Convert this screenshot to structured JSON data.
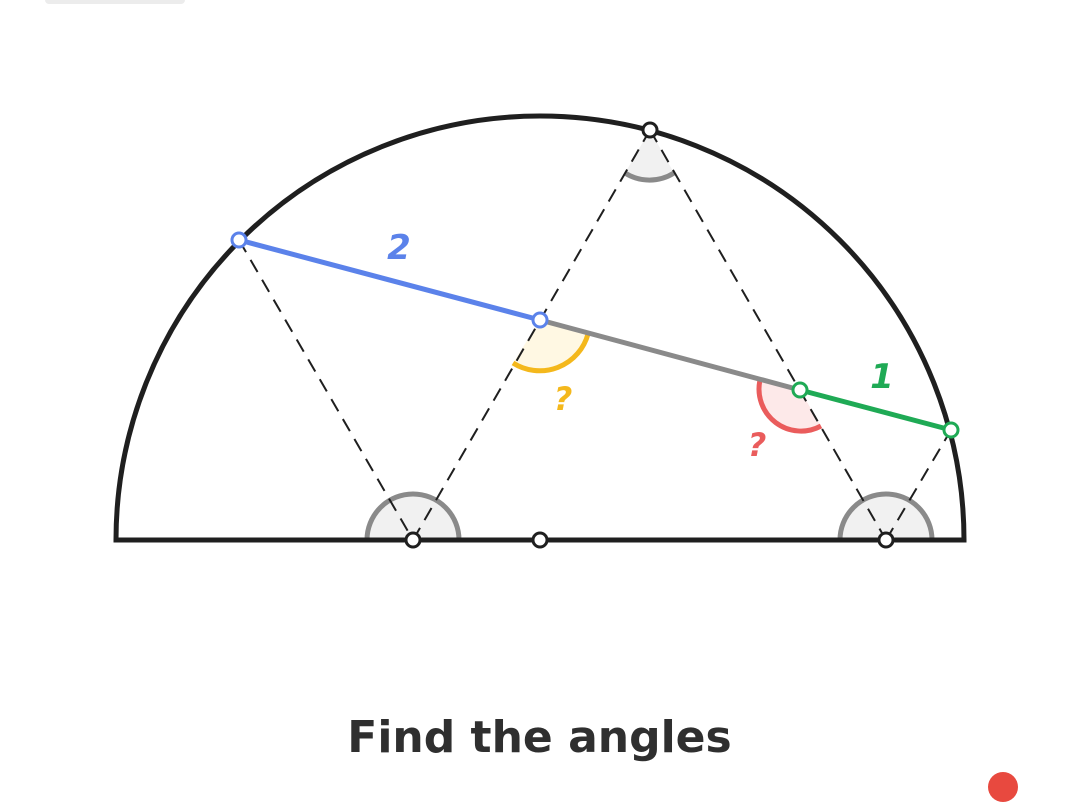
{
  "caption": "Find the angles",
  "diagram": {
    "labels": {
      "blue_length": "2",
      "green_length": "1",
      "yellow_unknown": "?",
      "red_unknown": "?"
    },
    "colors": {
      "outline": "#1f1f1f",
      "blue": "#5b82ea",
      "green": "#1faa55",
      "gray": "#8a8a8a",
      "yellow": "#f4b81c",
      "red": "#ea5c5c",
      "angle_fill": "#f1f1f1",
      "yellow_fill": "#fff8e3",
      "red_fill": "#fde9e9"
    }
  }
}
